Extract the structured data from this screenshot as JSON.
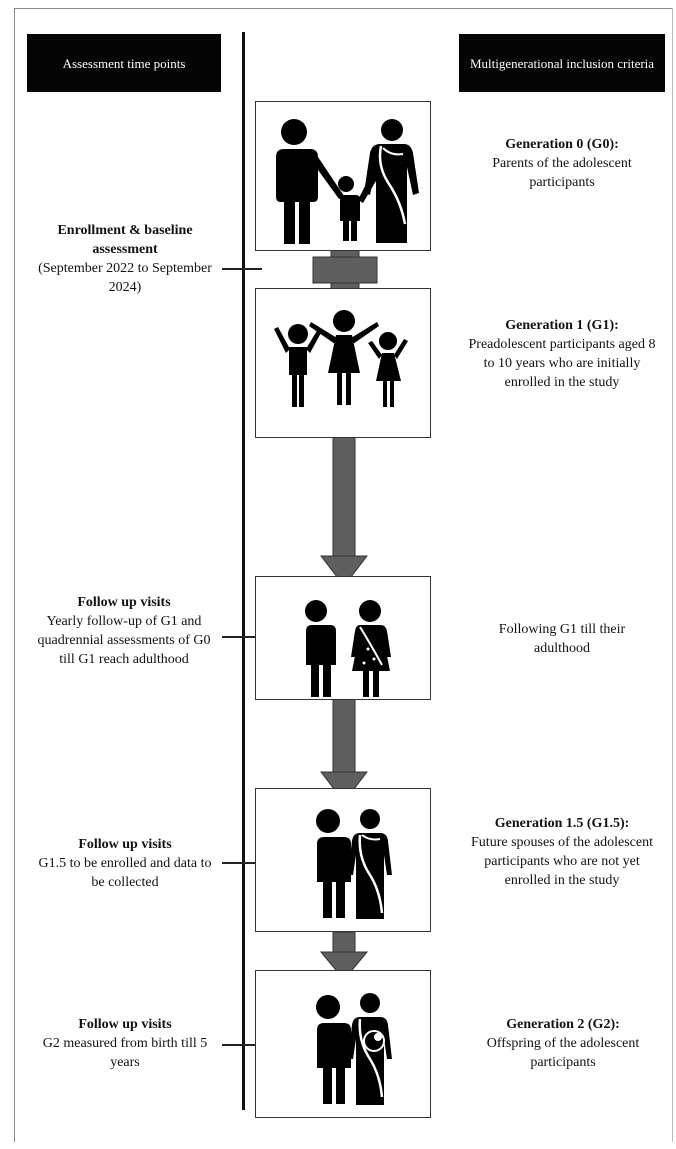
{
  "headers": {
    "left": "Assessment time points",
    "right": "Multigenerational inclusion criteria"
  },
  "rows": [
    {
      "time_title": "",
      "time_text": "",
      "gen_title": "Generation 0 (G0):",
      "gen_text": "Parents of the adolescent participants",
      "icon": "family-parents-with-child-icon"
    },
    {
      "time_title": "Enrollment & baseline assessment",
      "time_text": "(September 2022 to September 2024)",
      "gen_title": "Generation 1 (G1):",
      "gen_text": "Preadolescent participants aged 8 to 10 years who are initially enrolled in the study",
      "icon": "three-children-icon"
    },
    {
      "time_title": "Follow up visits",
      "time_text": "Yearly follow-up of G1 and quadrennial assessments of G0 till G1 reach adulthood",
      "gen_title": "",
      "gen_text": "Following G1 till their adulthood",
      "icon": "young-couple-icon"
    },
    {
      "time_title": "Follow up visits",
      "time_text": "G1.5 to be enrolled and data to be collected",
      "gen_title": "Generation 1.5 (G1.5):",
      "gen_text": "Future spouses of the adolescent participants who are not yet enrolled in the study",
      "icon": "couple-icon"
    },
    {
      "time_title": "Follow up visits",
      "time_text": "G2 measured from birth till 5 years",
      "gen_title": "Generation 2 (G2):",
      "gen_text": "Offspring of the adolescent participants",
      "icon": "couple-with-baby-icon"
    }
  ],
  "colors": {
    "header_bg": "#050505",
    "arrow": "#5f5f5f",
    "figure": "#000000"
  }
}
